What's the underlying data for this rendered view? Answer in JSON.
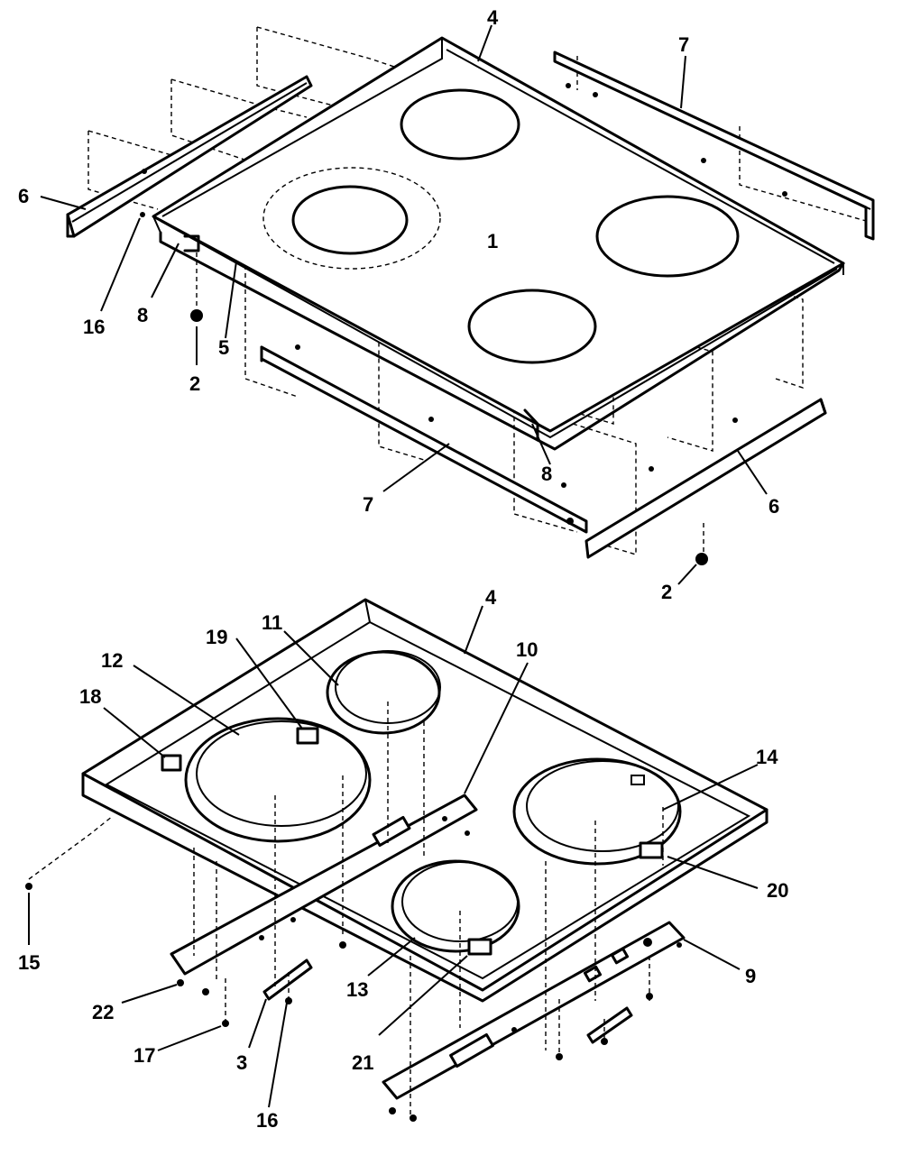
{
  "callouts": {
    "top_1": "1",
    "top_4": "4",
    "top_7a": "7",
    "top_6a": "6",
    "top_16": "16",
    "top_8a": "8",
    "top_5": "5",
    "top_2a": "2",
    "top_8b": "8",
    "top_7b": "7",
    "top_6b": "6",
    "top_2b": "2",
    "bot_4": "4",
    "bot_19": "19",
    "bot_11": "11",
    "bot_12": "12",
    "bot_10": "10",
    "bot_18": "18",
    "bot_14": "14",
    "bot_20": "20",
    "bot_15": "15",
    "bot_9": "9",
    "bot_22": "22",
    "bot_13": "13",
    "bot_17": "17",
    "bot_3": "3",
    "bot_21": "21",
    "bot_16": "16"
  }
}
